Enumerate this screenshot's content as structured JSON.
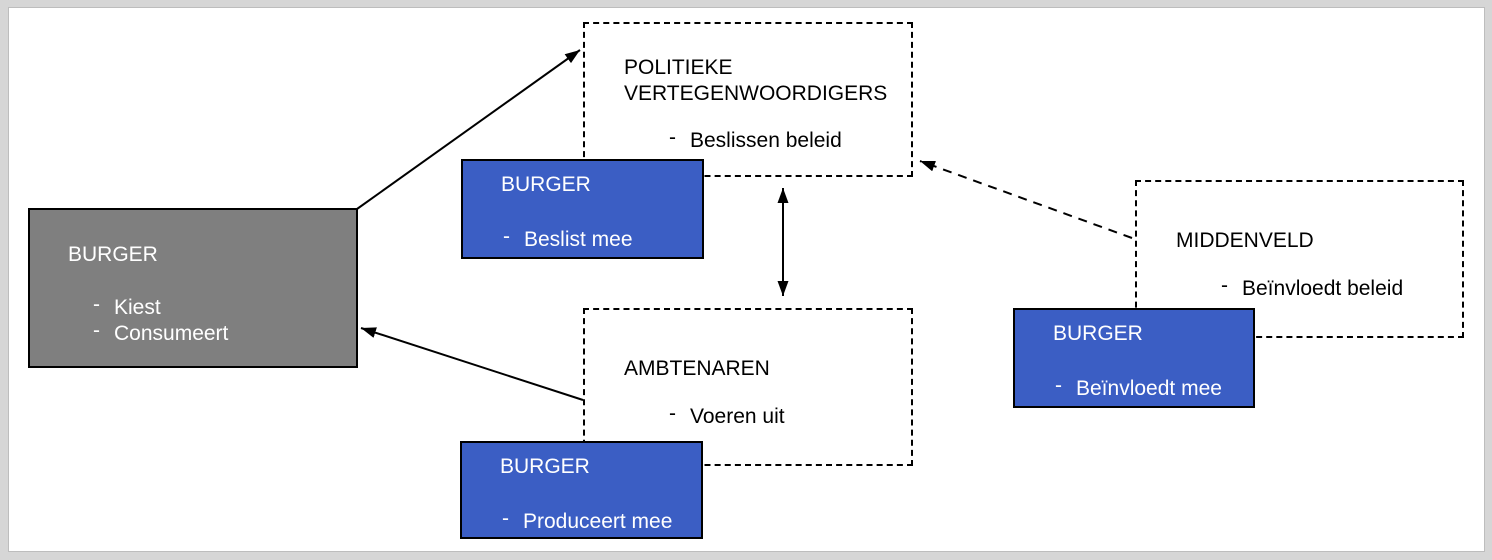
{
  "diagram": {
    "description_domain": "citizen-roles-governance-diagram",
    "nodes": {
      "burger_main": {
        "title": "BURGER",
        "bullets": [
          "Kiest",
          "Consumeert"
        ]
      },
      "politieke": {
        "title": "POLITIEKE VERTEGENWOORDIGERS",
        "bullets": [
          "Beslissen beleid"
        ]
      },
      "burger_beslist": {
        "title": "BURGER",
        "bullets": [
          "Beslist mee"
        ]
      },
      "ambtenaren": {
        "title": "AMBTENAREN",
        "bullets": [
          "Voeren uit"
        ]
      },
      "burger_produceert": {
        "title": "BURGER",
        "bullets": [
          "Produceert mee"
        ]
      },
      "middenveld": {
        "title": "MIDDENVELD",
        "bullets": [
          "Beïnvloedt beleid"
        ]
      },
      "burger_beinvloedt": {
        "title": "BURGER",
        "bullets": [
          "Beïnvloedt mee"
        ]
      }
    },
    "relations": [
      {
        "from": "BURGER",
        "to": "POLITIEKE VERTEGENWOORDIGERS",
        "style": "solid-arrow"
      },
      {
        "from": "AMBTENAREN",
        "to": "BURGER",
        "style": "solid-arrow"
      },
      {
        "between": [
          "POLITIEKE VERTEGENWOORDIGERS",
          "AMBTENAREN"
        ],
        "style": "solid-double-arrow"
      },
      {
        "from": "MIDDENVELD",
        "to": "POLITIEKE VERTEGENWOORDIGERS",
        "style": "dashed-arrow"
      }
    ]
  },
  "colors": {
    "blue": "#3B5EC4",
    "gray": "#7F7F7F",
    "border": "#000000",
    "canvas_bg": "#D6D6D6",
    "surface": "#FFFFFF",
    "frame_line": "#BDBDBD"
  }
}
